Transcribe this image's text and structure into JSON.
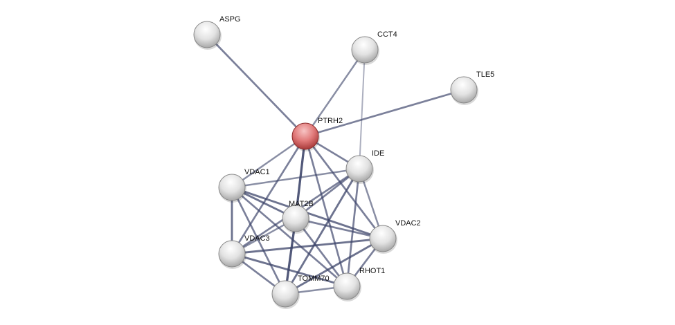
{
  "nodes": [
    {
      "id": "ASPG",
      "label": "ASPG",
      "query": false
    },
    {
      "id": "CCT4",
      "label": "CCT4",
      "query": false
    },
    {
      "id": "TLE5",
      "label": "TLE5",
      "query": false
    },
    {
      "id": "PTRH2",
      "label": "PTRH2",
      "query": true
    },
    {
      "id": "IDE",
      "label": "IDE",
      "query": false
    },
    {
      "id": "VDAC1",
      "label": "VDAC1",
      "query": false
    },
    {
      "id": "MAT2B",
      "label": "MAT2B",
      "query": false
    },
    {
      "id": "VDAC2",
      "label": "VDAC2",
      "query": false
    },
    {
      "id": "VDAC3",
      "label": "VDAC3",
      "query": false
    },
    {
      "id": "RHOT1",
      "label": "RHOT1",
      "query": false
    },
    {
      "id": "TOMM70",
      "label": "TOMM70",
      "query": false
    }
  ],
  "edges": [
    [
      "ASPG",
      "PTRH2",
      0.6
    ],
    [
      "CCT4",
      "PTRH2",
      0.5
    ],
    [
      "CCT4",
      "IDE",
      0.25
    ],
    [
      "TLE5",
      "PTRH2",
      0.6
    ],
    [
      "PTRH2",
      "IDE",
      0.6
    ],
    [
      "PTRH2",
      "VDAC1",
      0.5
    ],
    [
      "PTRH2",
      "VDAC3",
      0.6
    ],
    [
      "PTRH2",
      "MAT2B",
      0.9
    ],
    [
      "PTRH2",
      "RHOT1",
      0.6
    ],
    [
      "PTRH2",
      "VDAC2",
      0.6
    ],
    [
      "MAT2B",
      "TOMM70",
      0.9
    ],
    [
      "IDE",
      "VDAC1",
      0.5
    ],
    [
      "IDE",
      "MAT2B",
      0.6
    ],
    [
      "IDE",
      "VDAC3",
      0.6
    ],
    [
      "IDE",
      "TOMM70",
      0.7
    ],
    [
      "IDE",
      "RHOT1",
      0.6
    ],
    [
      "IDE",
      "VDAC2",
      0.5
    ],
    [
      "VDAC1",
      "VDAC3",
      0.7
    ],
    [
      "VDAC1",
      "MAT2B",
      0.7
    ],
    [
      "VDAC1",
      "VDAC2",
      0.7
    ],
    [
      "VDAC1",
      "RHOT1",
      0.6
    ],
    [
      "VDAC1",
      "TOMM70",
      0.6
    ],
    [
      "VDAC3",
      "MAT2B",
      0.5
    ],
    [
      "VDAC3",
      "VDAC2",
      0.7
    ],
    [
      "VDAC3",
      "RHOT1",
      0.7
    ],
    [
      "VDAC3",
      "TOMM70",
      0.6
    ],
    [
      "MAT2B",
      "VDAC2",
      0.6
    ],
    [
      "MAT2B",
      "RHOT1",
      0.6
    ],
    [
      "VDAC2",
      "RHOT1",
      0.6
    ],
    [
      "VDAC2",
      "TOMM70",
      0.7
    ],
    [
      "TOMM70",
      "RHOT1",
      0.5
    ]
  ],
  "colors": {
    "query_node": "#e07878",
    "node": "#e4e4e4",
    "edge": "#3a4268"
  }
}
